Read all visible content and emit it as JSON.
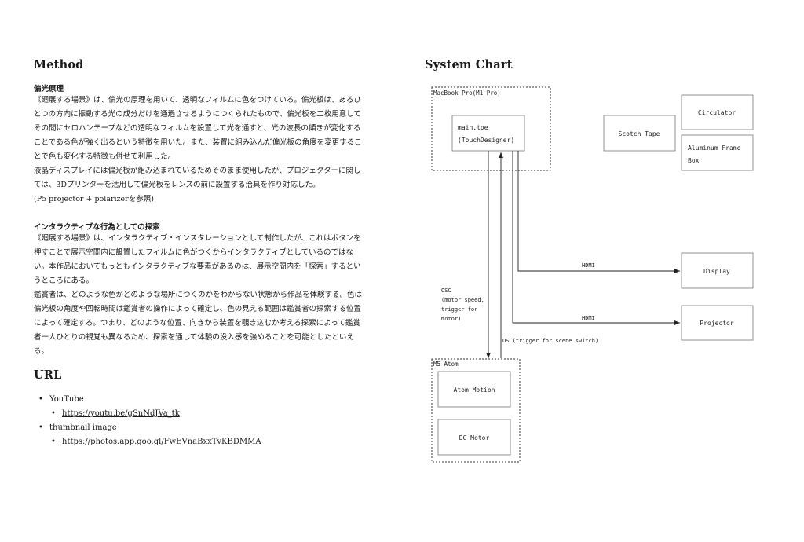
{
  "method": {
    "title": "Method",
    "section1": {
      "heading": "偏光原理",
      "lines": [
        "《廻展する場景》は、偏光の原理を用いて、透明なフィルムに色をつけている。偏光板は、あるひ",
        "とつの方向に振動する光の成分だけを通過させるようにつくられたもので、偏光板を二枚用意して",
        "その間にセロハンテープなどの透明なフィルムを設置して光を通すと、光の波長の傾きが変化する",
        "ことである色が強く出るという特徴を用いた。また、装置に組み込んだ偏光板の角度を変更するこ",
        "とで色も変化する特徴も併せて利用した。",
        "液晶ディスプレイには偏光板が組み込まれているためそのまま使用したが、プロジェクターに関し",
        "ては、3Dプリンターを活用して偏光板をレンズの前に設置する治具を作り対応した。",
        "(P5 projector + polarizerを参照)"
      ]
    },
    "section2": {
      "heading": "インタラクティブな行為としての探索",
      "lines": [
        "《廻展する場景》は、インタラクティブ・インスタレーションとして制作したが、これはボタンを",
        "押すことで展示空間内に設置したフィルムに色がつくからインタラクティブとしているのではな",
        "い。本作品においてもっともインタラクティブな要素があるのは、展示空間内を「探索」するとい",
        "うところにある。",
        "鑑賞者は、どのような色がどのような場所につくのかをわからない状態から作品を体験する。色は",
        "偏光板の角度や回転時間は鑑賞者の操作によって確定し、色の見える範囲は鑑賞者の探索する位置",
        "によって確定する。つまり、どのような位置、向きから装置を覗き込むか考える探索によって鑑賞",
        "者一人ひとりの視覚も異なるため、探索を通して体験の没入感を強めることを可能としたといえ",
        "る。"
      ]
    }
  },
  "url": {
    "title": "URL",
    "youtube_label": "YouTube",
    "youtube_link": "https://youtu.be/gSnNdJVa_tk",
    "thumbnail_label": "thumbnail image",
    "thumbnail_link": "https://photos.app.goo.gl/FwEVnaBxxTvKBDMMA"
  },
  "system_chart": {
    "title": "System Chart",
    "macbook_label": "MacBook Pro(M1 Pro)",
    "main_toe_line1": "main.toe",
    "main_toe_line2": "(TouchDesigner)",
    "scotch_tape": "Scotch Tape",
    "circulator": "Circulator",
    "aluminum_line1": "Aluminum Frame",
    "aluminum_line2": "Box",
    "hdmi1": "HDMI",
    "display": "Display",
    "hdmi2": "HDMI",
    "projector": "Projector",
    "osc_lines": [
      "OSC",
      "(motor speed,",
      " trigger for",
      " motor)"
    ],
    "osc_trigger": "OSC(trigger for scene switch)",
    "m5_label": "M5 Atom",
    "atom_motion": "Atom Motion",
    "dc_motor": "DC Motor"
  }
}
